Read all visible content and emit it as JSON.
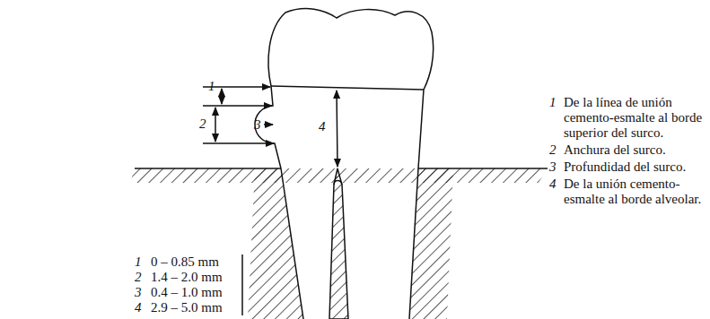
{
  "diagram": {
    "labels": [
      "1",
      "2",
      "3",
      "4",
      "1",
      "0 – 0.85 mm",
      "2",
      "1.4 – 2.0 mm",
      "3",
      "0.4 – 1.0 mm",
      "4",
      "2.9 – 5.0 mm",
      "1",
      "De la línea de unión cemento-esmalte al borde superior del surco.",
      "2",
      "Anchura del surco.",
      "3",
      "Profundidad del surco.",
      "4",
      "De la unión cemento-esmalte al borde alveolar."
    ]
  }
}
